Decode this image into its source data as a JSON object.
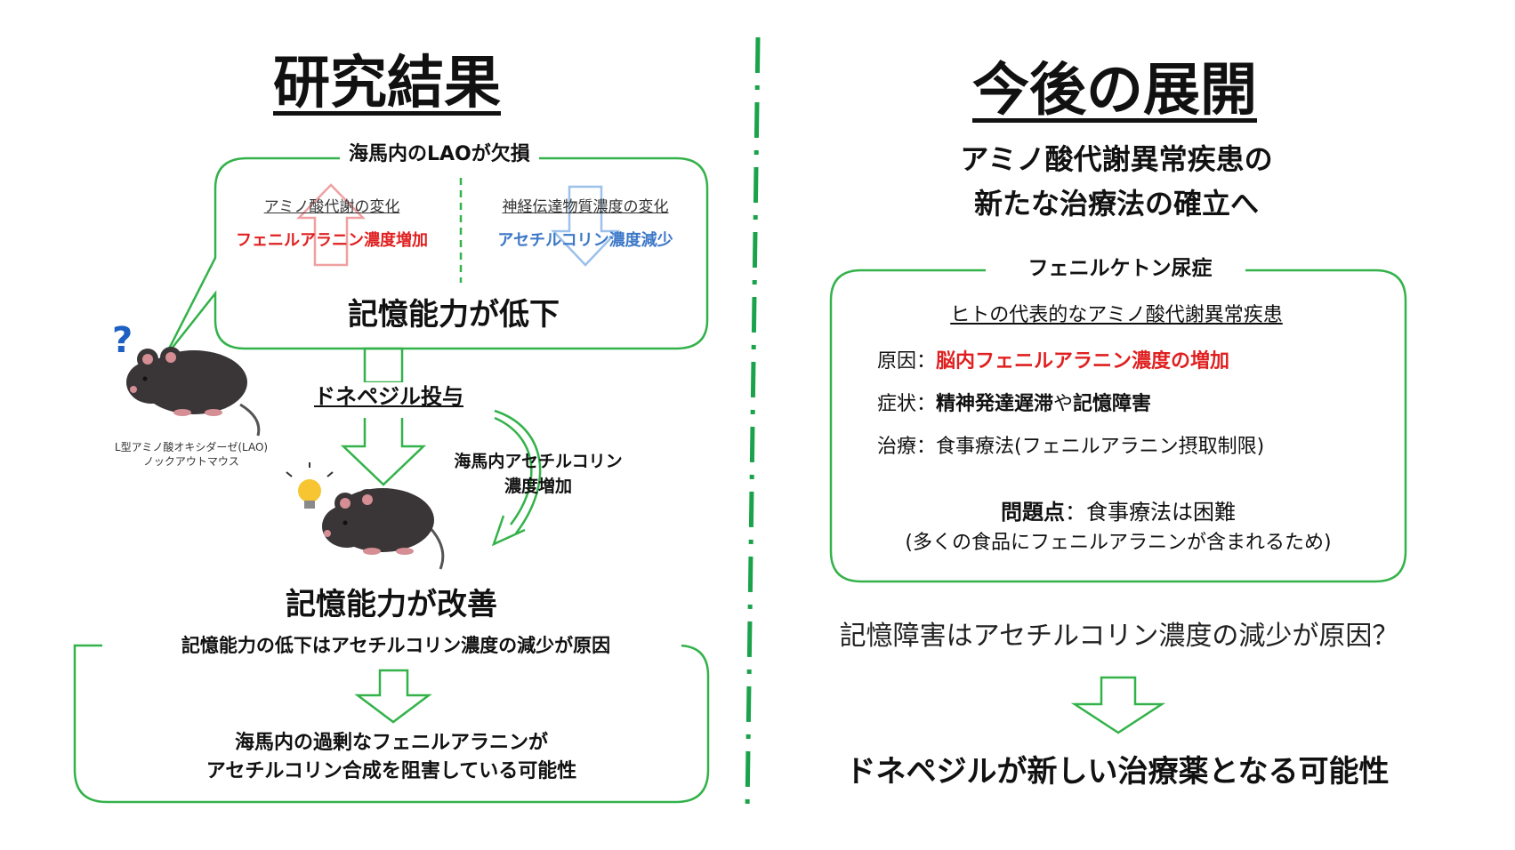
{
  "colors": {
    "accent_green": "#33b24a",
    "red": "#e02020",
    "blue": "#3d78c8",
    "divider": "#1aa34a"
  },
  "left": {
    "title": "研究結果",
    "box1": {
      "label": "海馬内のLAOが欠損",
      "col1_heading": "アミノ酸代謝の変化",
      "col1_result": "フェニルアラニン濃度増加",
      "col2_heading": "神経伝達物質濃度の変化",
      "col2_result": "アセチルコリン濃度減少",
      "conclusion": "記憶能力が低下"
    },
    "mouse_caption_line1": "L型アミノ酸オキシダーゼ(LAO)",
    "mouse_caption_line2": "ノックアウトマウス",
    "question_mark": "?",
    "treatment": "ドネペジル投与",
    "effect_line1": "海馬内アセチルコリン",
    "effect_line2": "濃度増加",
    "improved": "記憶能力が改善",
    "box2": {
      "label": "記憶能力の低下はアセチルコリン濃度の減少が原因",
      "line1": "海馬内の過剰なフェニルアラニンが",
      "line2": "アセチルコリン合成を阻害している可能性"
    }
  },
  "right": {
    "title": "今後の展開",
    "subtitle_line1": "アミノ酸代謝異常疾患の",
    "subtitle_line2": "新たな治療法の確立へ",
    "box": {
      "label": "フェニルケトン尿症",
      "intro": "ヒトの代表的なアミノ酸代謝異常疾患",
      "cause_label": "原因：",
      "cause_value": "脳内フェニルアラニン濃度の増加",
      "symptom_label": "症状：",
      "symptom_value1": "精神発達遅滞",
      "symptom_mid": "や",
      "symptom_value2": "記憶障害",
      "treatment_label": "治療：",
      "treatment_value": "食事療法(フェニルアラニン摂取制限)",
      "problem_label": "問題点",
      "problem_value": "：食事療法は困難",
      "problem_note": "(多くの食品にフェニルアラニンが含まれるため)"
    },
    "question": "記憶障害はアセチルコリン濃度の減少が原因？",
    "conclusion": "ドネペジルが新しい治療薬となる可能性"
  }
}
